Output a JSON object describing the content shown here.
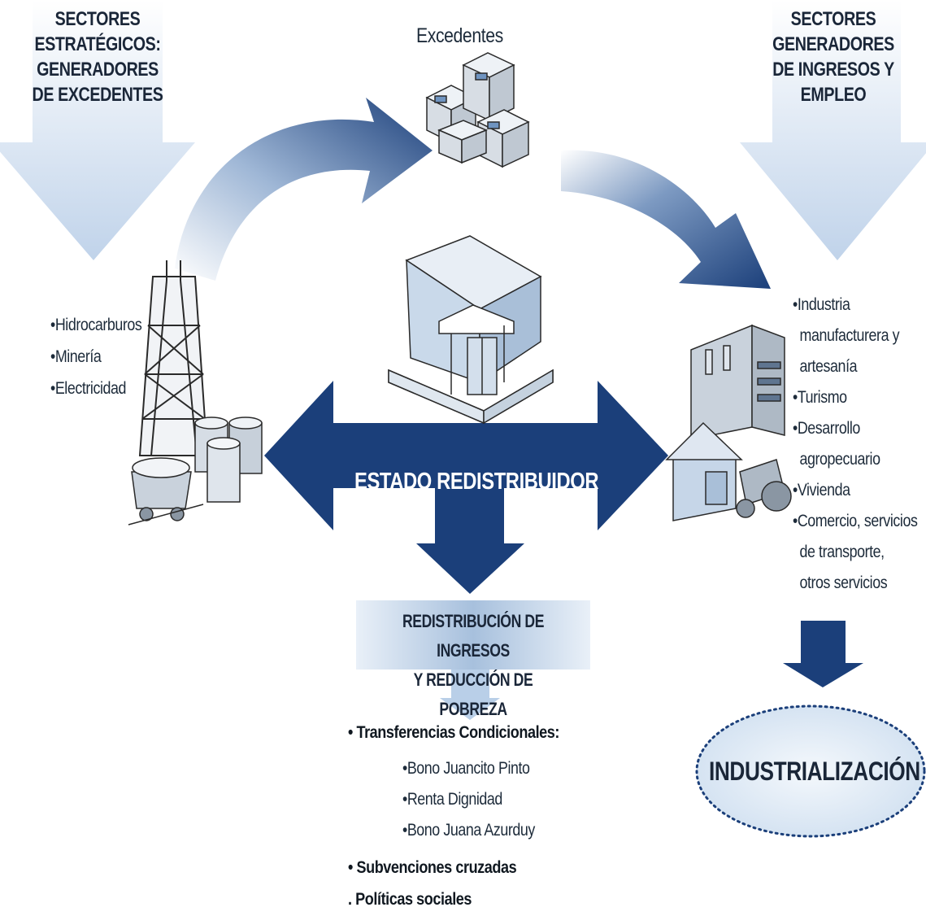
{
  "left_header": {
    "lines": [
      "SECTORES",
      "ESTRATÉGICOS:",
      "GENERADORES",
      "DE EXCEDENTES"
    ]
  },
  "right_header": {
    "lines": [
      "SECTORES",
      "GENERADORES",
      "DE INGRESOS Y",
      "EMPLEO"
    ]
  },
  "surplus": {
    "label": "Excedentes"
  },
  "left_sectors": [
    "•Hidrocarburos",
    "•Minería",
    "•Electricidad"
  ],
  "center": {
    "label": "ESTADO REDISTRIBUIDOR"
  },
  "redistribution_box": {
    "line1": "REDISTRIBUCIÓN DE INGRESOS",
    "line2": "Y REDUCCIÓN DE POBREZA"
  },
  "right_sectors": [
    "•Industria",
    "manufacturera y",
    "artesanía",
    "•Turismo",
    "•Desarrollo",
    "agropecuario",
    "•Vivienda",
    "•Comercio, servicios",
    "de transporte,",
    "otros servicios"
  ],
  "policies": {
    "transfers_title": "• Transferencias Condicionales:",
    "transfers": [
      "•Bono Juancito Pinto",
      "•Renta Dignidad",
      "•Bono Juana Azurduy"
    ],
    "cross_subsidies": "• Subvenciones cruzadas",
    "social_policies": ". Políticas sociales"
  },
  "industrialization": {
    "label": "INDUSTRIALIZACIÓN"
  },
  "colors": {
    "dark_blue": "#1b3f7a",
    "light_blue": "#c6d8ec",
    "box_blue": "#a9c1dc",
    "text": "#1a2638"
  }
}
